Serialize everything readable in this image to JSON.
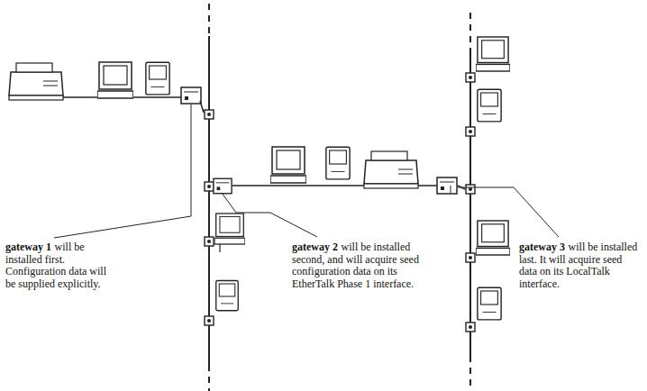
{
  "diagram": {
    "labels": [
      "gateway 1",
      "will be installed first. Configuration data will be supplied explicitly.",
      "gateway 2",
      "will be installed second, and will acquire seed configuration data on its EtherTalk Phase 1 interface.",
      "gateway 3",
      "will be installed last. It will acquire seed data on its LocalTalk interface."
    ]
  }
}
